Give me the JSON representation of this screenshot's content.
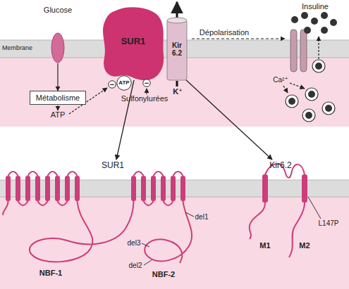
{
  "diagram": {
    "nodes": [
      {
        "text": [
          "Glucose"
        ]
      },
      {
        "text": [
          "Métabolisme"
        ]
      },
      {
        "text": [
          "SUR1"
        ]
      },
      {
        "text": [
          "Kir 6.2"
        ]
      },
      {
        "text": [
          "−"
        ]
      },
      {
        "text": [
          "ATP"
        ]
      },
      {
        "text": [
          "−"
        ]
      }
    ],
    "edges": [
      {
        "from": 0,
        "to": 1,
        "arrow": "to"
      }
    ],
    "labels": [
      "Membrane",
      "ATP",
      "Sulfonylurées",
      "K⁺",
      "Dépolarisation",
      "Insuline",
      "Ca²⁺",
      "SUR1",
      "Kir6.2",
      "del1",
      "del3",
      "del2",
      "NBF-1",
      "NBF-2",
      "M1",
      "M2",
      "L147P"
    ]
  }
}
